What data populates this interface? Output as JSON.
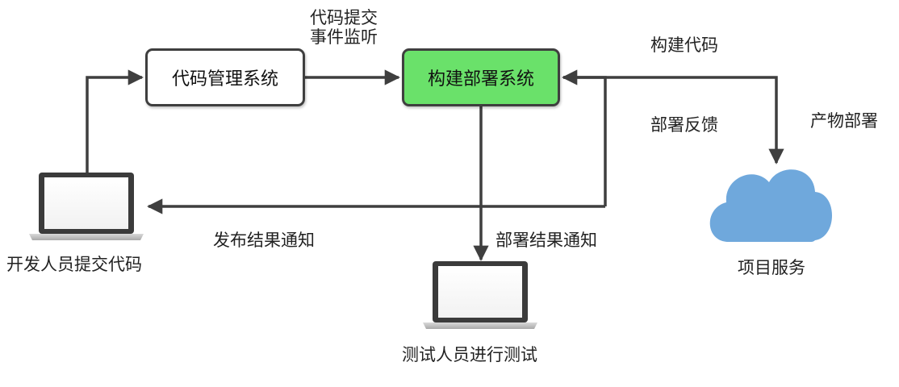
{
  "nodes": {
    "code_management": "代码管理系统",
    "build_deploy": "构建部署系统",
    "developer": "开发人员提交代码",
    "tester": "测试人员进行测试",
    "service": "项目服务"
  },
  "edges": {
    "commit_event_line1": "代码提交",
    "commit_event_line2": "事件监听",
    "build_code": "构建代码",
    "artifact_deploy": "产物部署",
    "deploy_feedback": "部署反馈",
    "publish_result": "发布结果通知",
    "deploy_result": "部署结果通知"
  },
  "colors": {
    "build_box_fill": "#6ae16a",
    "line": "#3f3f3f",
    "cloud": "#6fa8dc"
  },
  "icons": {
    "developer_device": "laptop-icon",
    "tester_device": "laptop-icon",
    "service": "cloud-icon"
  }
}
